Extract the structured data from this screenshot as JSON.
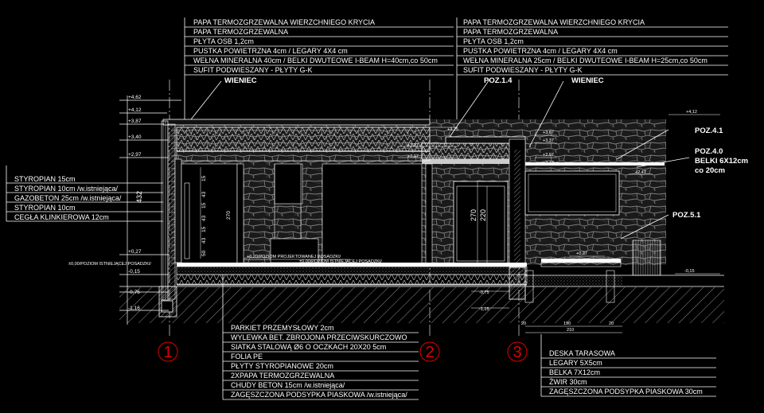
{
  "roof_left": {
    "layers": [
      "PAPA TERMOZGRZEWALNA WIERZCHNIEGO KRYCIA",
      "PAPA TERMOZGRZEWALNA",
      "PŁYTA OSB 1,2cm",
      "PUSTKA POWIETRZNA 4cm / LEGARY 4X4 cm",
      "WEŁNA MINERALNA 40cm / BELKI DWUTEOWE I-BEAM H=40cm,co 50cm",
      "SUFIT PODWIESZANY - PŁYTY G-K"
    ]
  },
  "roof_right": {
    "layers": [
      "PAPA TERMOZGRZEWALNA WIERZCHNIEGO KRYCIA",
      "PAPA TERMOZGRZEWALNA",
      "PŁYTA OSB 1,2cm",
      "PUSTKA POWIETRZNA 4cm / LEGARY 4X4 cm",
      "WEŁNA MINERALNA 25cm / BELKI DWUTEOWE I-BEAM H=25cm,co 50cm",
      "SUFIT PODWIESZANY - PŁYTY G-K"
    ]
  },
  "wall": {
    "layers": [
      "STYROPIAN 15cm",
      "STYROPIAN 10cm /w.istniejąca/",
      "GAZOBETON 25cm /w.istniejąca/",
      "STYROPIAN 10cm",
      "CEGŁA KLINKIEROWA 12cm"
    ]
  },
  "floor": {
    "layers": [
      "PARKIET PRZEMYSŁOWY 2cm",
      "WYLEWKA BET. ZBROJONA PRZECIWSKURCZOWO",
      "SIATKA STALOWĄ  Ø6 O OCZKACH 20X20   5cm",
      "FOLIA PE",
      "PŁYTY STYROPIANOWE 20cm",
      "2XPAPA TERMOZGRZEWALNA",
      "CHUDY BETON 15cm /w.istniejąca/",
      "ZAGĘSZCZONA PODSYPKA PIASKOWA /w.istniejąca/"
    ]
  },
  "terrace": {
    "layers": [
      "DESKA TARASOWA",
      "LEGARY 5X5cm",
      "BELKA 7X12cm",
      "ŻWIR 30cm",
      "ZAGĘSZCZONA PODSYPKA PIASKOWA 30cm"
    ]
  },
  "callouts": {
    "wieniec_left": "WIENIEC",
    "wieniec_right": "WIENIEC",
    "poz_1_4": "POZ.1.4",
    "poz_4_1": "POZ.4.1",
    "poz_4_0_line1": "POZ.4.0",
    "poz_4_0_line2": "BELKI 6X12cm",
    "poz_4_0_line3": "co 20cm",
    "poz_5_1": "POZ.5.1"
  },
  "levels": {
    "l_462": "+4,62",
    "l_412": "+4,12",
    "l_387": "+3,87",
    "l_340": "+3,40",
    "l_297": "+2,97",
    "l_027": "+0,27",
    "l_000_left": "±0,00/POZIOM ISTNIEJĄCEJ POSADZKI/",
    "l_015": "-0,15",
    "l_075": "-0,75",
    "l_116": "-1,16",
    "l_375": "+3,75",
    "l_327": "+3,27",
    "l_297b": "+2,97",
    "l_367": "+3,67",
    "l_337": "+3,37",
    "l_297c": "+2,97",
    "l_277": "+2,77",
    "l_247": "+2,47",
    "l_412r": "+4,12",
    "l_027r": "+0,27",
    "l_015r": "-0,15",
    "l_075m": "-0,75",
    "l_115m": "-1,15",
    "proj_floor": "+0,20/POZIOM PROJEKTOWANEJ POSADZKI/",
    "exist_floor": "±0,00/POZIOM ISTNIEJĄCEJ POSADZKI/"
  },
  "dimensions": {
    "h_432": "432",
    "h_270_left": "270",
    "win_15a": "15",
    "win_43a": "43",
    "win_15b": "15",
    "win_43b": "43",
    "win_15c": "15",
    "win_43c": "43",
    "win_50": "50",
    "h_270_door": "270",
    "h_220_door": "220",
    "d_190": "190",
    "d_20a": "20",
    "d_20b": "20",
    "d_210": "210"
  },
  "axes": [
    "1",
    "2",
    "3"
  ],
  "colors": {
    "background": "#000000",
    "line": "#ffffff",
    "axis": "#e00000",
    "insulation": "#d9d9d9",
    "stone": "#8a8a8a"
  }
}
